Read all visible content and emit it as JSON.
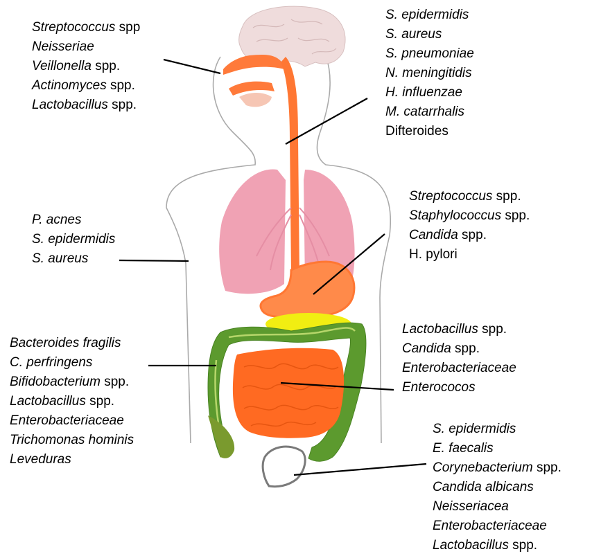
{
  "groups": {
    "mouth": {
      "items": [
        {
          "name": "Streptococcus",
          "suffix": " spp"
        },
        {
          "name": "Neisseriae",
          "suffix": ""
        },
        {
          "name": "Veillonella",
          "suffix": " spp."
        },
        {
          "name": "Actinomyces",
          "suffix": " spp."
        },
        {
          "name": "Lactobacillus",
          "suffix": " spp."
        }
      ]
    },
    "nasopharynx": {
      "items": [
        {
          "name": "S. epidermidis",
          "suffix": ""
        },
        {
          "name": "S. aureus",
          "suffix": ""
        },
        {
          "name": "S. pneumoniae",
          "suffix": ""
        },
        {
          "name": "N. meningitidis",
          "suffix": ""
        },
        {
          "name": "H. influenzae",
          "suffix": ""
        },
        {
          "name": "M. catarrhalis",
          "suffix": ""
        },
        {
          "name": "",
          "suffix": "Difteroides"
        }
      ]
    },
    "skin": {
      "items": [
        {
          "name": "P. acnes",
          "suffix": ""
        },
        {
          "name": "S. epidermidis",
          "suffix": ""
        },
        {
          "name": "S. aureus",
          "suffix": ""
        }
      ]
    },
    "stomach": {
      "items": [
        {
          "name": "Streptococcus",
          "suffix": " spp."
        },
        {
          "name": "Staphylococcus",
          "suffix": " spp."
        },
        {
          "name": "Candida",
          "suffix": " spp."
        },
        {
          "name": "",
          "suffix": "H. pylori"
        }
      ]
    },
    "large_intestine": {
      "items": [
        {
          "name": "Bacteroides fragilis",
          "suffix": ""
        },
        {
          "name": "C. perfringens",
          "suffix": ""
        },
        {
          "name": "Bifidobacterium",
          "suffix": " spp."
        },
        {
          "name": "Lactobacillus",
          "suffix": " spp."
        },
        {
          "name": "Enterobacteriaceae",
          "suffix": ""
        },
        {
          "name": "Trichomonas hominis",
          "suffix": ""
        },
        {
          "name": "Leveduras",
          "suffix": ""
        }
      ]
    },
    "small_intestine": {
      "items": [
        {
          "name": "Lactobacillus",
          "suffix": " spp."
        },
        {
          "name": "Candida",
          "suffix": " spp."
        },
        {
          "name": "Enterobacteriaceae",
          "suffix": ""
        },
        {
          "name": "Enterococos",
          "suffix": ""
        }
      ]
    },
    "urogenital": {
      "items": [
        {
          "name": "S. epidermidis",
          "suffix": ""
        },
        {
          "name": "E. faecalis",
          "suffix": ""
        },
        {
          "name": "Corynebacterium",
          "suffix": " spp."
        },
        {
          "name": "Candida albicans",
          "suffix": ""
        },
        {
          "name": "Neisseriacea",
          "suffix": ""
        },
        {
          "name": "Enterobacteriaceae",
          "suffix": ""
        },
        {
          "name": "Lactobacillus",
          "suffix": " spp."
        }
      ]
    }
  },
  "colors": {
    "outline": "#9a9a9a",
    "brain": "#efdcdc",
    "tract": "#ff7733",
    "lungs": "#f0a2b4",
    "small_intestine": "#ff6a22",
    "colon": "#5c9a2e",
    "liver_yellow": "#f1ee12",
    "bladder": "#7a7a7a",
    "leader": "#000000"
  }
}
